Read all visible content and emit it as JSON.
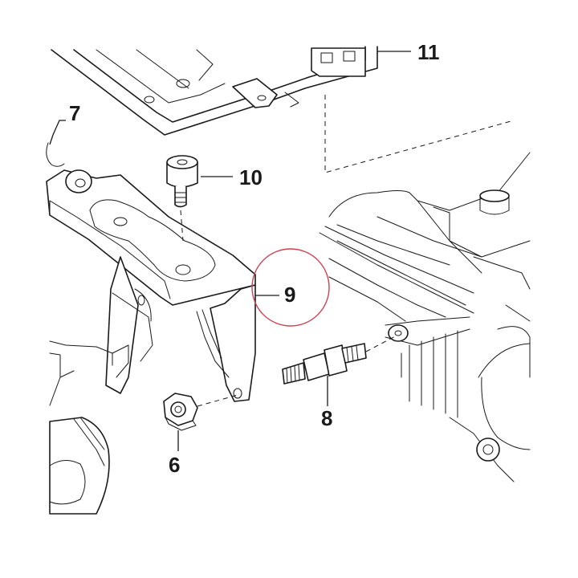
{
  "diagram": {
    "callouts": [
      {
        "id": "callout-6",
        "label": "6"
      },
      {
        "id": "callout-7",
        "label": "7"
      },
      {
        "id": "callout-8",
        "label": "8"
      },
      {
        "id": "callout-9",
        "label": "9"
      },
      {
        "id": "callout-10",
        "label": "10"
      },
      {
        "id": "callout-11",
        "label": "11"
      }
    ],
    "colors": {
      "line": "#1a1a1a",
      "highlight_circle": "#d04050",
      "background": "#ffffff"
    }
  }
}
